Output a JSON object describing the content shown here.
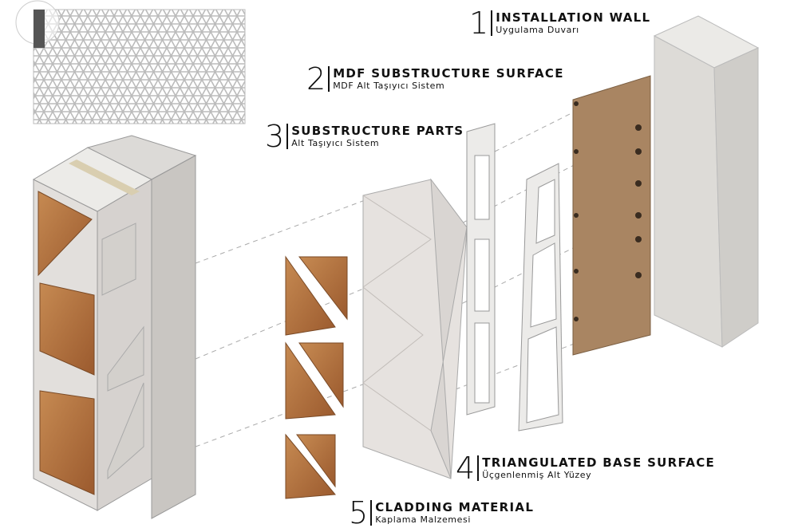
{
  "labels": [
    {
      "number": "1",
      "title": "INSTALLATION WALL",
      "subtitle": "Uygulama Duvarı"
    },
    {
      "number": "2",
      "title": "MDF SUBSTRUCTURE SURFACE",
      "subtitle": "MDF Alt Taşıyıcı Sistem"
    },
    {
      "number": "3",
      "title": "SUBSTRUCTURE PARTS",
      "subtitle": "Alt Taşıyıcı Sistem"
    },
    {
      "number": "4",
      "title": "TRIANGULATED BASE SURFACE",
      "subtitle": "Üçgenlenmiş Alt Yüzey"
    },
    {
      "number": "5",
      "title": "CLADDING MATERIAL",
      "subtitle": "Kaplama Malzemesi"
    }
  ],
  "colors": {
    "concrete": "#d9d8d4",
    "mdf": "#a98562",
    "wood": "#b0703e",
    "panel": "#e4e1de",
    "mesh": "#bdbdbd"
  }
}
